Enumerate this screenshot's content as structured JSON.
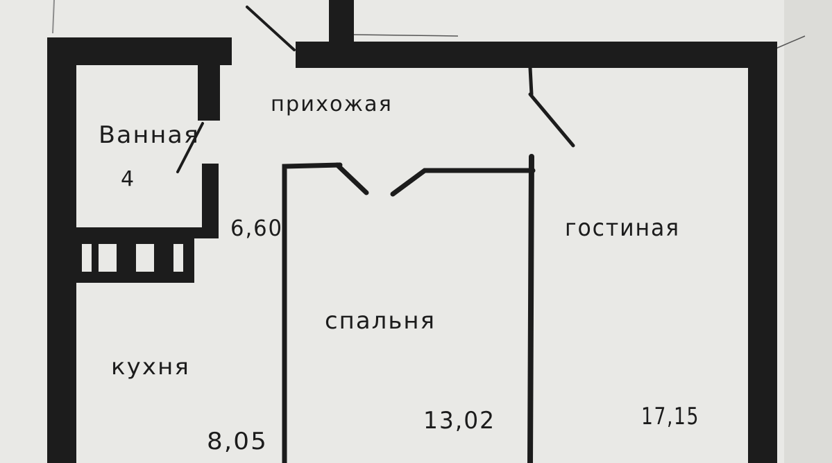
{
  "rooms": {
    "hallway": {
      "name": "прихожая",
      "area": "6,60"
    },
    "bathroom": {
      "name": "Ванная",
      "area": "4"
    },
    "kitchen": {
      "name": "кухня",
      "area": "8,05"
    },
    "bedroom": {
      "name": "спальня",
      "area": "13,02"
    },
    "living": {
      "name": "гостиная",
      "area": "17,15"
    }
  },
  "colors": {
    "paper": "#e9e9e6",
    "ink": "#1c1c1c"
  }
}
